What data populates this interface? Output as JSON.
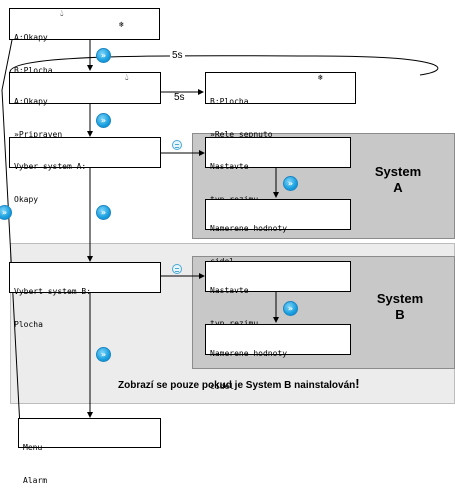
{
  "top_box": {
    "line1": "A:Okapy",
    "line2": "B:Plocha",
    "drop_icon": "drop-icon",
    "snow_icon": "snowflake-icon"
  },
  "timer_top": "5s",
  "timer_mid": "5s",
  "box_a_status": {
    "line1": "A:Okapy",
    "line2": "»Pripraven",
    "drop_icon": "drop-icon"
  },
  "box_b_status": {
    "line1": "B:Plocha",
    "line2": "»Rele sepnuto",
    "snow_icon": "snowflake-icon"
  },
  "select_a": {
    "line1": "Vyber system A:",
    "line2": "Okapy"
  },
  "system_a": {
    "mode_box": {
      "line1": "Nastavte",
      "line2": "typ rezimu"
    },
    "values_box": {
      "line1": "Namerene hodnoty",
      "line2": "cidel"
    },
    "title": "System\nA"
  },
  "select_b": {
    "line1": "Vybert system B:",
    "line2": "Plocha"
  },
  "system_b": {
    "mode_box": {
      "line1": "Nastavte",
      "line2": "typ rezimu"
    },
    "values_box": {
      "line1": "Namerene hodnoty",
      "line2": "cidel"
    },
    "title": "System\nB"
  },
  "note": "Zobrazí se pouze pokud je System B nainstalován",
  "note_mark": "!",
  "menu_box": {
    "line1": "Menu",
    "line2": "Alarm"
  },
  "colors": {
    "panel_gray": "#c8c8c8",
    "panel_light": "#ececec",
    "circle_blue": "#1aa0e0"
  }
}
